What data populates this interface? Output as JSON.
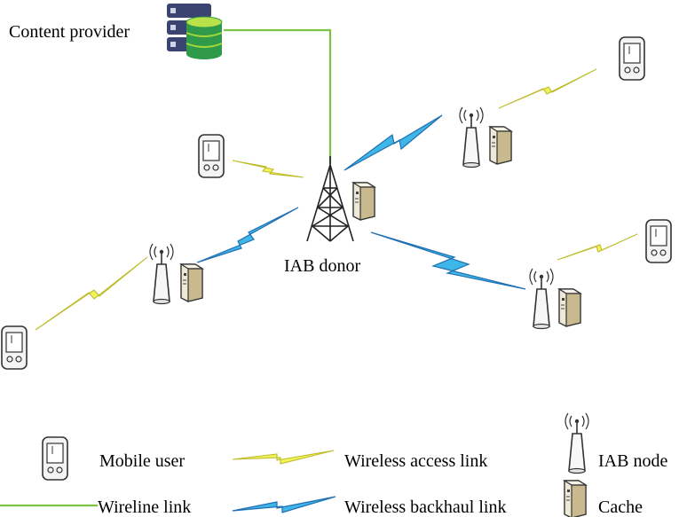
{
  "labels": {
    "content_provider": "Content provider",
    "iab_donor": "IAB donor"
  },
  "legend": {
    "mobile_user": "Mobile user",
    "wireless_access_link": "Wireless access link",
    "iab_node": "IAB node",
    "wireline_link": "Wireline link",
    "wireless_backhaul_link": "Wireless backhaul link",
    "cache": "Cache"
  },
  "colors": {
    "wireline": "#7dc242",
    "access_link_fill": "#f2f25a",
    "access_link_stroke": "#bdbd2c",
    "backhaul_fill": "#3fb6e8",
    "backhaul_stroke": "#1f6fb2"
  }
}
